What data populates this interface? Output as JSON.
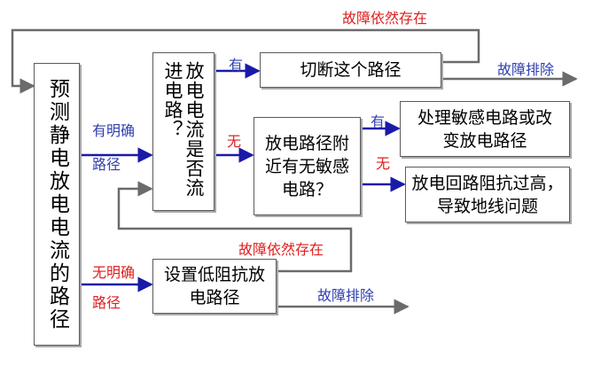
{
  "boxes": {
    "main": "预测静电放电电流的路径",
    "question": "放电电流是否流进电路？",
    "cut": "切断这个路径",
    "nearby": "放电路径附近有无敏感电路？",
    "handle": "处理敏感电路或改变放电路径",
    "ground": "放电回路阻抗过高，导致地线问题",
    "lowz": "设置低阻抗放电路径"
  },
  "labels": {
    "clear_path_line1": "有明确",
    "clear_path_line2": "路径",
    "unclear_path_line1": "无明确",
    "unclear_path_line2": "路径",
    "yes": "有",
    "no": "无",
    "fault_persists": "故障依然存在",
    "fault_cleared": "故障排除"
  },
  "colors": {
    "arrow_blue": "#1a1aa8",
    "arrow_gray": "#6b6b6b",
    "label_red": "#e02020",
    "label_blue": "#3040b0"
  }
}
